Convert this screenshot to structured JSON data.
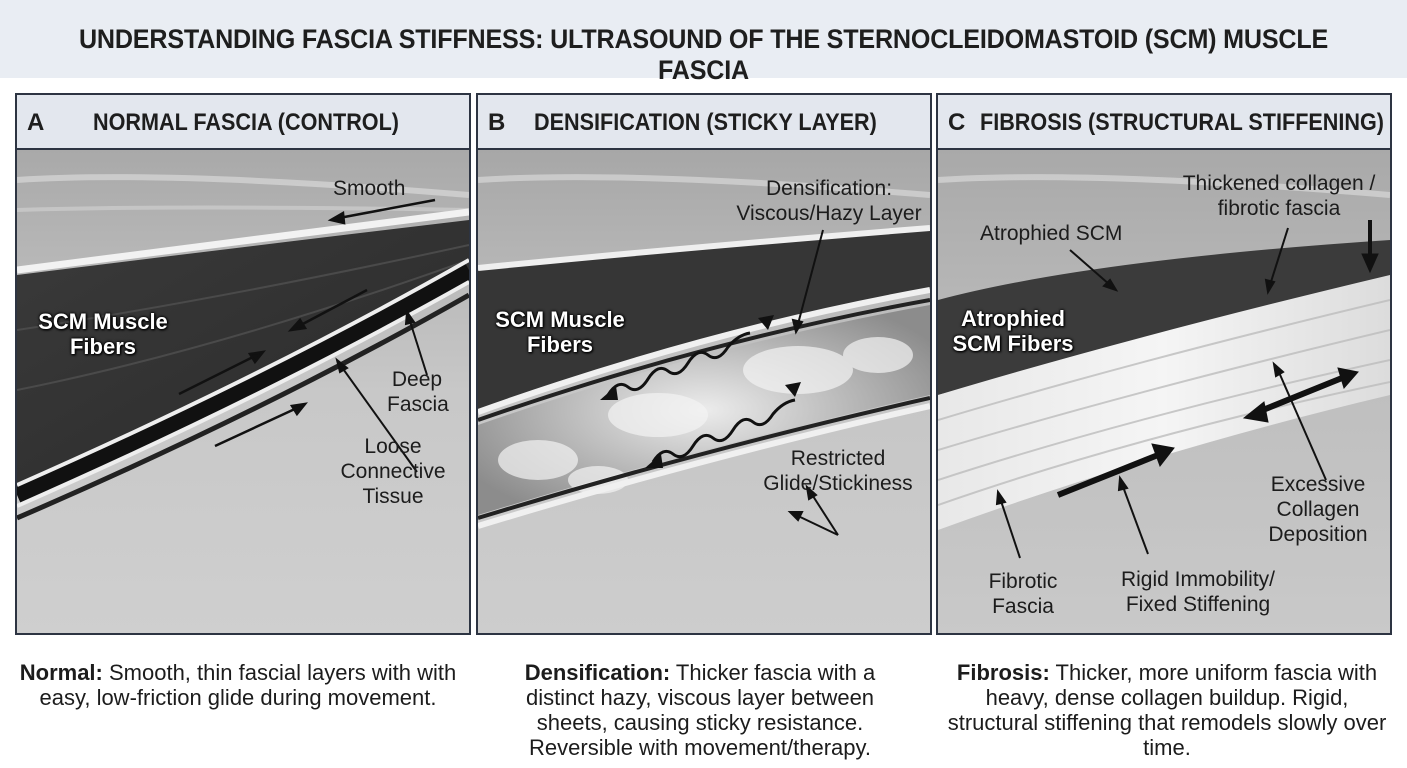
{
  "title": "UNDERSTANDING FASCIA STIFFNESS: ULTRASOUND OF THE STERNOCLEIDOMASTOID (SCM) MUSCLE FASCIA",
  "panels": [
    {
      "letter": "A",
      "title": "NORMAL FASCIA (CONTROL)",
      "labels": {
        "smooth": "Smooth",
        "muscle": "SCM Muscle Fibers",
        "deep_fascia": "Deep Fascia",
        "loose_tissue": "Loose Connective Tissue"
      }
    },
    {
      "letter": "B",
      "title": "DENSIFICATION (STICKY LAYER)",
      "labels": {
        "densification": "Densification: Viscous/Hazy Layer",
        "muscle": "SCM Muscle Fibers",
        "restricted": "Restricted Glide/Stickiness"
      }
    },
    {
      "letter": "C",
      "title": "FIBROSIS (STRUCTURAL STIFFENING)",
      "labels": {
        "thickened": "Thickened collagen / fibrotic fascia",
        "atrophied_scm": "Atrophied SCM",
        "atrophied_fibers": "Atrophied SCM Fibers",
        "excessive": "Excessive Collagen Deposition",
        "fibrotic_fascia": "Fibrotic Fascia",
        "rigid": "Rigid Immobility/ Fixed Stiffening"
      }
    }
  ],
  "captions": [
    {
      "bold": "Normal:",
      "text": " Smooth, thin fascial layers with with easy, low-friction glide during movement."
    },
    {
      "bold": "Densification:",
      "text": " Thicker fascia with a distinct hazy, viscous layer between sheets, causing sticky resistance. Reversible with movement/therapy."
    },
    {
      "bold": "Fibrosis:",
      "text": " Thicker, more uniform fascia with heavy, dense collagen buildup. Rigid, structural stiffening that remodels slowly over time."
    }
  ]
}
